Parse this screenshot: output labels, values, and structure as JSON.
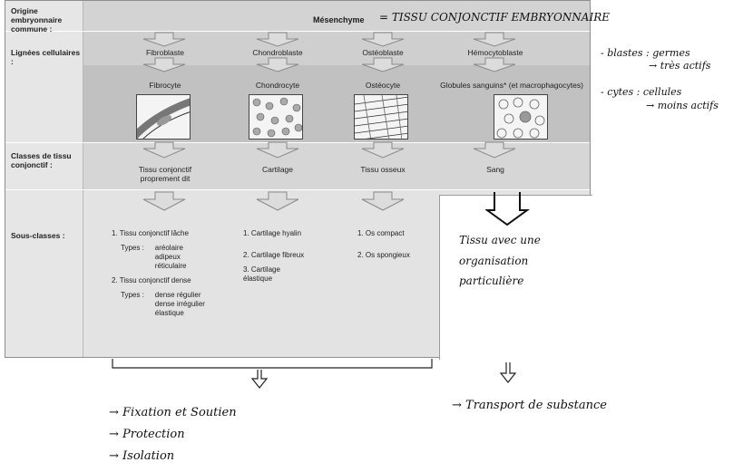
{
  "rows": {
    "origin": "Origine embryonnaire commune :",
    "lineages": "Lignées cellulaires :",
    "classes": "Classes de tissu conjonctif :",
    "subclasses": "Sous-classes :"
  },
  "mesenchyme": {
    "label": "Mésenchyme",
    "note": "= TISSU CONJONCTIF EMBRYONNAIRE"
  },
  "blast_cells": [
    "Fibroblaste",
    "Chondroblaste",
    "Ostéoblaste",
    "Hémocytoblaste"
  ],
  "mature_cells": [
    "Fibrocyte",
    "Chondrocyte",
    "Ostéocyte",
    "Globules sanguins* (et macrophagocytes)"
  ],
  "classes": [
    "Tissu conjonctif proprement dit",
    "Cartilage",
    "Tissu osseux",
    "Sang"
  ],
  "sub_ctp": {
    "item1": "1. Tissu conjonctif lâche",
    "types1_label": "Types :",
    "types1": "aréolaire adipeux réticulaire",
    "item2": "2. Tissu conjonctif dense",
    "types2_label": "Types :",
    "types2": "dense régulier dense irrégulier élastique"
  },
  "sub_cartilage": [
    "1. Cartilage hyalin",
    "2. Cartilage fibreux",
    "3. Cartilage élastique"
  ],
  "sub_bone": [
    "1. Os compact",
    "2. Os spongieux"
  ],
  "annotations": {
    "blastes_1": "- blastes : germes",
    "blastes_2": "→ très actifs",
    "cytes_1": "- cytes : cellules",
    "cytes_2": "→ moins actifs",
    "sang_1": "Tissu avec une",
    "sang_2": "organisation",
    "sang_3": "particulière",
    "func_1": "→ Fixation et Soutien",
    "func_2": "→ Protection",
    "func_3": "→ Isolation",
    "transport": "→ Transport de substance"
  }
}
